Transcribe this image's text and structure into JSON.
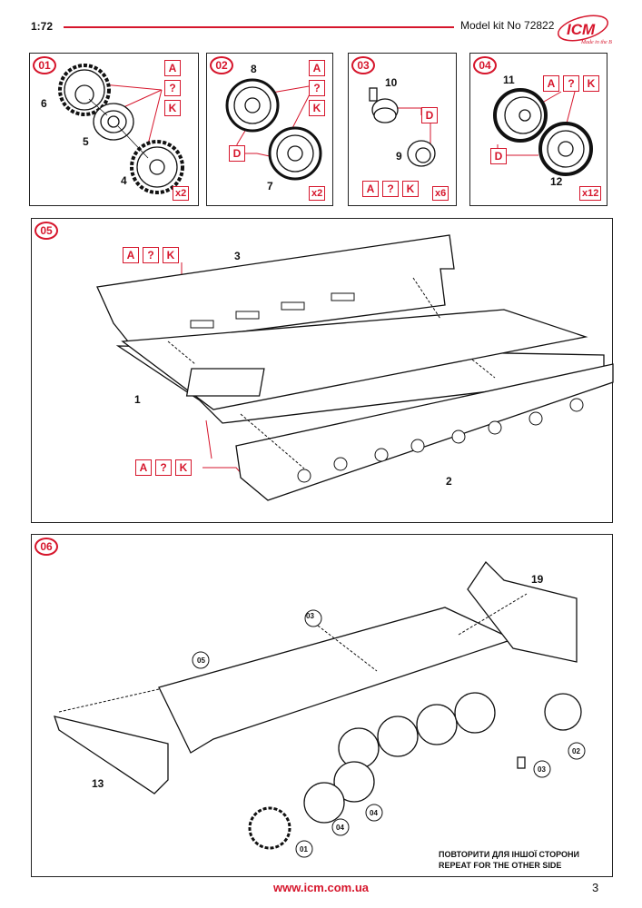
{
  "header": {
    "scale": "1:72",
    "kit": "Model kit No 72822",
    "logo": "ICM",
    "logo_tagline": "Made in the Best"
  },
  "tags": {
    "a": "A",
    "q": "?",
    "k": "K",
    "d": "D"
  },
  "steps": [
    {
      "id": "01",
      "parts": [
        "6",
        "5",
        "4"
      ],
      "mult": "x2"
    },
    {
      "id": "02",
      "parts": [
        "8",
        "7"
      ],
      "mult": "x2"
    },
    {
      "id": "03",
      "parts": [
        "10",
        "9"
      ],
      "mult": "x6"
    },
    {
      "id": "04",
      "parts": [
        "11",
        "12"
      ],
      "mult": "x12"
    },
    {
      "id": "05",
      "parts": [
        "3",
        "1",
        "2"
      ]
    },
    {
      "id": "06",
      "parts": [
        "19",
        "13"
      ],
      "refs": [
        "03",
        "05",
        "02",
        "03",
        "01",
        "04",
        "04"
      ],
      "note_ua": "ПОВТОРИТИ ДЛЯ ІНШОЇ СТОРОНИ",
      "note_en": "REPEAT FOR THE OTHER SIDE"
    }
  ],
  "footer": {
    "url": "www.icm.com.ua",
    "page": "3"
  },
  "colors": {
    "accent": "#d6162c"
  }
}
